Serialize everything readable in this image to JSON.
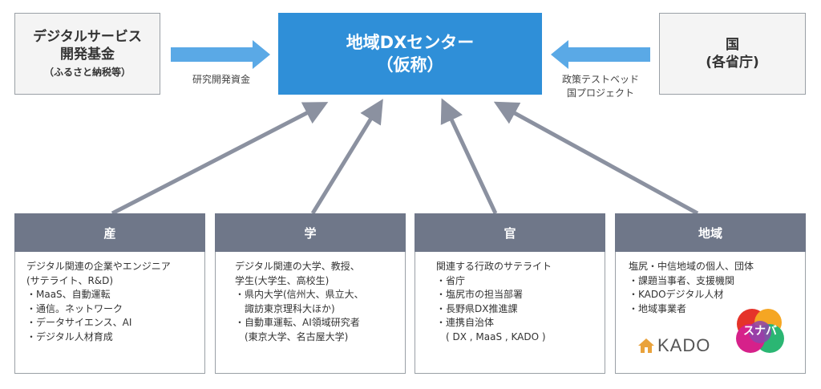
{
  "top_left": {
    "line1": "デジタルサービス",
    "line2": "開発基金",
    "line3": "（ふるさと納税等）"
  },
  "center": {
    "line1": "地域DXセンター",
    "line2": "（仮称）"
  },
  "top_right": {
    "line1": "国",
    "line2": "(各省庁)"
  },
  "caption_left": "研究開発資金",
  "caption_right": {
    "line1": "政策テストベッド",
    "line2": "国プロジェクト"
  },
  "columns": [
    {
      "title": "産",
      "lines": [
        "デジタル関連の企業やエンジニア",
        "(サテライト、R&D)",
        "・MaaS、自動運転",
        "・通信。ネットワーク",
        "・データサイエンス、AI",
        "・デジタル人材育成"
      ]
    },
    {
      "title": "学",
      "lines": [
        "デジタル関連の大学、教授、",
        "学生(大学生、高校生)",
        "・県内大学(信州大、県立大、",
        "　諏訪東京理科大ほか)",
        "・自動車運転、AI領域研究者",
        "　(東京大学、名古屋大学)"
      ]
    },
    {
      "title": "官",
      "lines": [
        "関連する行政のサテライト",
        "・省庁",
        "・塩尻市の担当部署",
        "・長野県DX推進課",
        "・連携自治体",
        "　( DX , MaaS , KADO )"
      ]
    },
    {
      "title": "地域",
      "lines": [
        "塩尻・中信地域の個人、団体",
        "・課題当事者、支援機関",
        "・KADOデジタル人材",
        "・地域事業者"
      ]
    }
  ],
  "logos": {
    "kado": "KADO",
    "sunaba": "スナバ"
  },
  "colors": {
    "center_blue": "#2f8fd8",
    "arrow_light_blue": "#5aa9e6",
    "arrow_gray": "#8b91a0",
    "header_gray": "#6f7789"
  }
}
